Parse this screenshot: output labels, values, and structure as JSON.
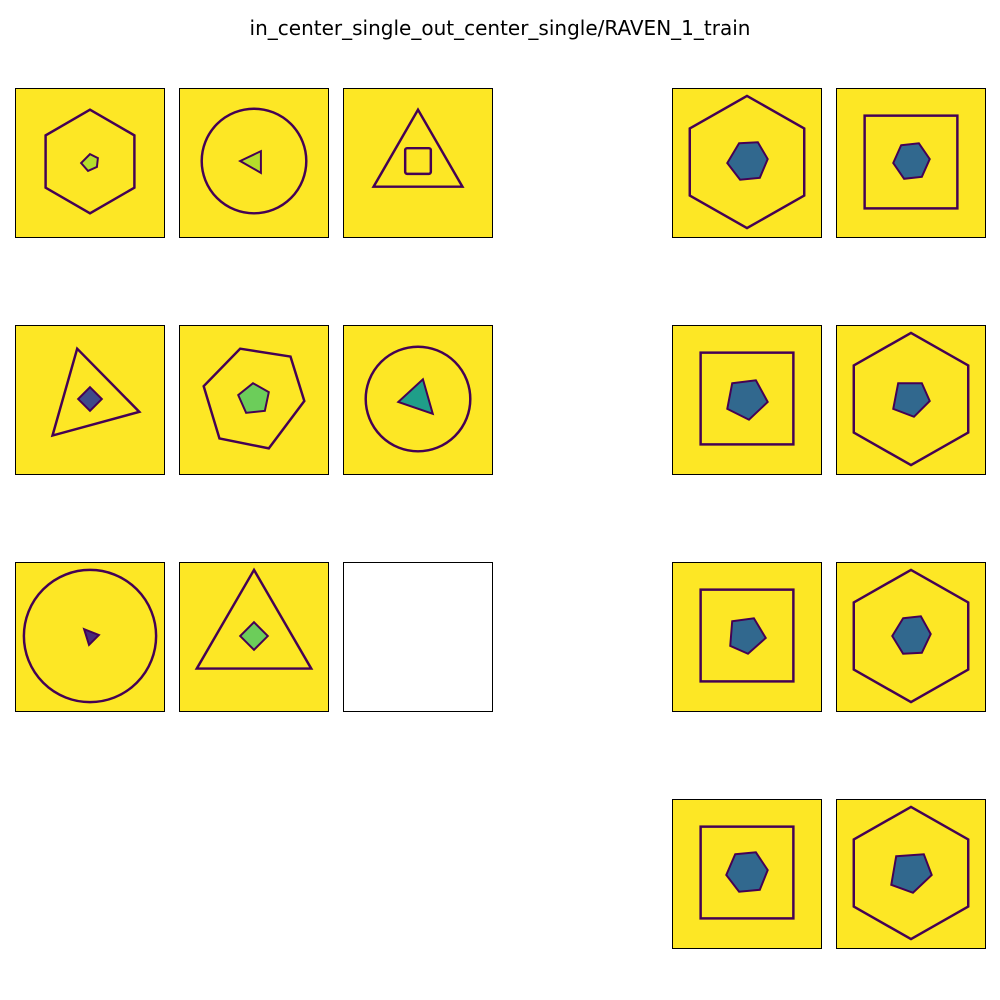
{
  "title": "in_center_single_out_center_single/RAVEN_1_train",
  "colors": {
    "background": "#fde725",
    "outline": "#440154",
    "fill_light": "#b5de2b",
    "fill_green": "#6ccd5a",
    "fill_teal": "#1f9e89",
    "fill_blue": "#31688e",
    "fill_dark_blue": "#3e4a89",
    "fill_purple": "#482878",
    "empty": "#ffffff"
  },
  "context_panels": [
    {
      "outer": "hexagon",
      "inner": "pentagon",
      "inner_fill": "fill_light"
    },
    {
      "outer": "circle",
      "inner": "triangle",
      "inner_fill": "fill_light"
    },
    {
      "outer": "triangle",
      "inner": "square",
      "inner_fill": "background"
    },
    {
      "outer": "triangle",
      "inner": "diamond",
      "inner_fill": "fill_dark_blue"
    },
    {
      "outer": "hexagon",
      "inner": "pentagon",
      "inner_fill": "fill_green"
    },
    {
      "outer": "circle",
      "inner": "triangle",
      "inner_fill": "fill_teal"
    },
    {
      "outer": "circle",
      "inner": "triangle",
      "inner_fill": "fill_purple"
    },
    {
      "outer": "triangle",
      "inner": "diamond",
      "inner_fill": "fill_green"
    },
    {
      "outer": "empty",
      "inner": "none",
      "inner_fill": "empty"
    }
  ],
  "answer_panels": [
    {
      "outer": "hexagon",
      "inner": "hexagon",
      "inner_fill": "fill_blue"
    },
    {
      "outer": "square",
      "inner": "hexagon",
      "inner_fill": "fill_blue"
    },
    {
      "outer": "square",
      "inner": "pentagon",
      "inner_fill": "fill_blue"
    },
    {
      "outer": "hexagon",
      "inner": "pentagon",
      "inner_fill": "fill_blue"
    },
    {
      "outer": "square",
      "inner": "pentagon",
      "inner_fill": "fill_blue"
    },
    {
      "outer": "hexagon",
      "inner": "hexagon",
      "inner_fill": "fill_blue"
    },
    {
      "outer": "square",
      "inner": "hexagon",
      "inner_fill": "fill_blue"
    },
    {
      "outer": "hexagon",
      "inner": "pentagon",
      "inner_fill": "fill_blue"
    }
  ]
}
